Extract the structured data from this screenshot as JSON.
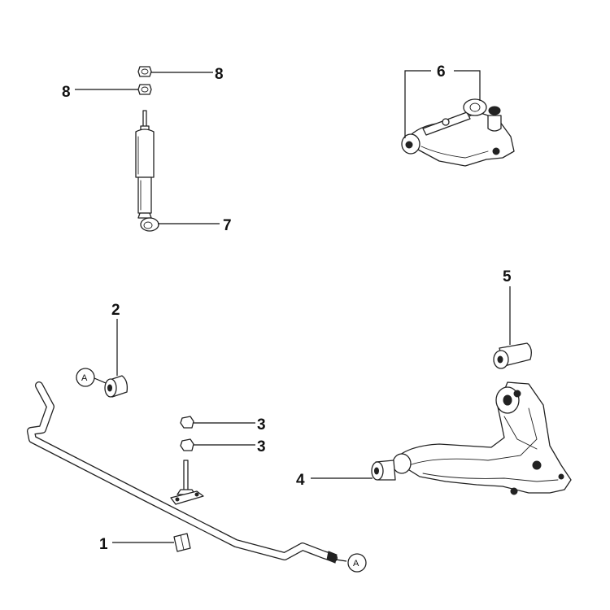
{
  "callouts": {
    "c1": "1",
    "c2": "2",
    "c3a": "3",
    "c3b": "3",
    "c4": "4",
    "c5": "5",
    "c6": "6",
    "c7": "7",
    "c8a": "8",
    "c8b": "8"
  },
  "connectors": {
    "left": "A",
    "right": "A"
  }
}
